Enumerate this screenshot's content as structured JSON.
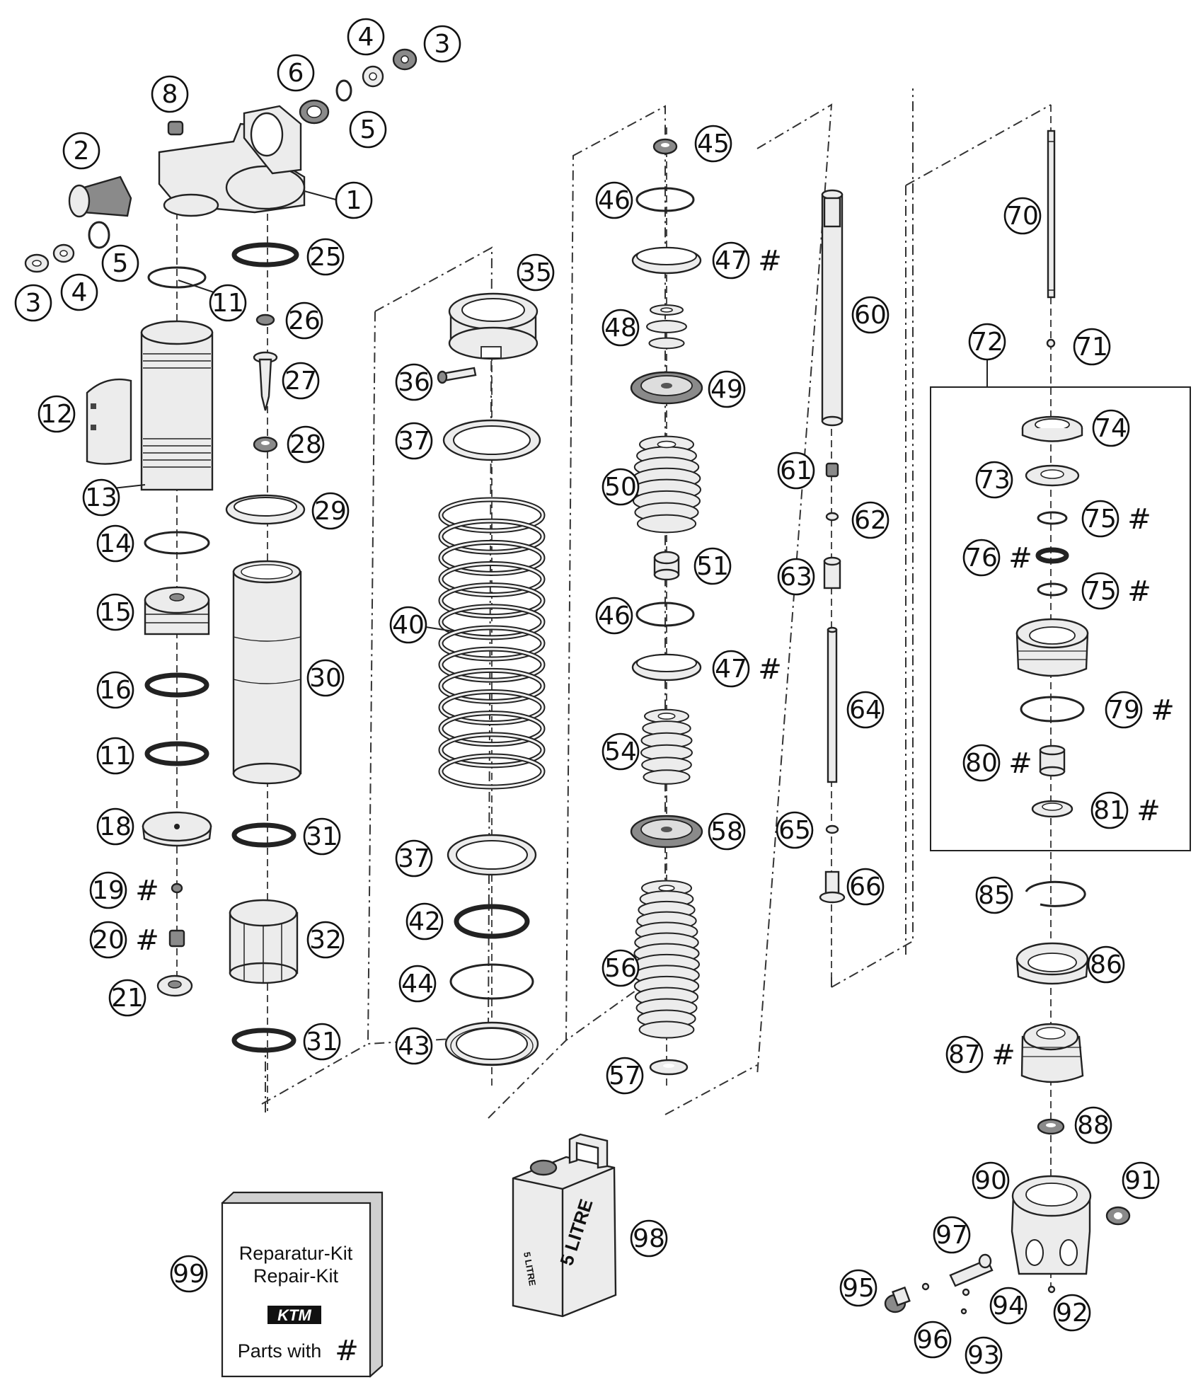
{
  "callouts": {
    "c1": "1",
    "c2": "2",
    "c3a": "3",
    "c3b": "3",
    "c4a": "4",
    "c4b": "4",
    "c5a": "5",
    "c5b": "5",
    "c6": "6",
    "c8": "8",
    "c11a": "11",
    "c11b": "11",
    "c12": "12",
    "c13": "13",
    "c14": "14",
    "c15": "15",
    "c16": "16",
    "c18": "18",
    "c19": "19",
    "c20": "20",
    "c21": "21",
    "c25": "25",
    "c26": "26",
    "c27": "27",
    "c28": "28",
    "c29": "29",
    "c30": "30",
    "c31a": "31",
    "c31b": "31",
    "c32": "32",
    "c35": "35",
    "c36": "36",
    "c37a": "37",
    "c37b": "37",
    "c40": "40",
    "c42": "42",
    "c43": "43",
    "c44": "44",
    "c45": "45",
    "c46a": "46",
    "c46b": "46",
    "c47a": "47",
    "c47b": "47",
    "c48": "48",
    "c49": "49",
    "c50": "50",
    "c51": "51",
    "c54": "54",
    "c56": "56",
    "c57": "57",
    "c58": "58",
    "c60": "60",
    "c61": "61",
    "c62": "62",
    "c63": "63",
    "c64": "64",
    "c65": "65",
    "c66": "66",
    "c70": "70",
    "c71": "71",
    "c72": "72",
    "c73": "73",
    "c74": "74",
    "c75a": "75",
    "c75b": "75",
    "c76": "76",
    "c79": "79",
    "c80": "80",
    "c81": "81",
    "c85": "85",
    "c86": "86",
    "c87": "87",
    "c88": "88",
    "c90": "90",
    "c91": "91",
    "c92": "92",
    "c93": "93",
    "c94": "94",
    "c95": "95",
    "c96": "96",
    "c97": "97",
    "c98": "98",
    "c99": "99"
  },
  "marker": "#",
  "repair_kit": {
    "line1": "Reparatur-Kit",
    "line2": "Repair-Kit",
    "logo": "KTM",
    "footer": "Parts with"
  },
  "oil_can": {
    "front_label": "5 LITRE",
    "side_label": "5 LITRE"
  }
}
